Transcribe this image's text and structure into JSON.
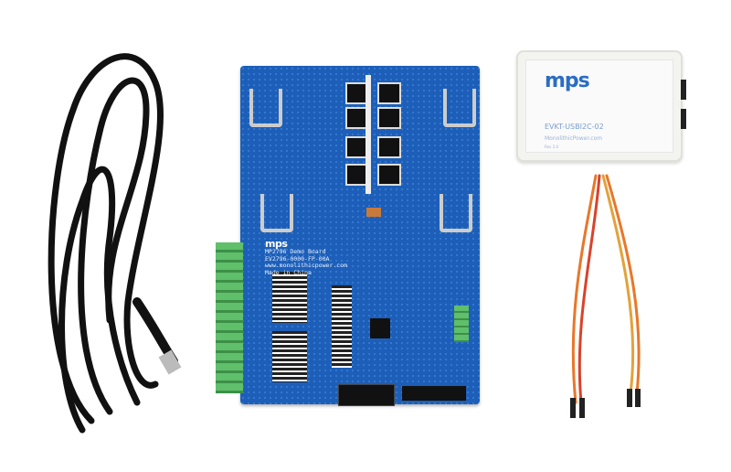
{
  "board": {
    "logo": "mps",
    "lines": [
      "MP2796 Demo Board",
      "EV2796-0000-FP-00A",
      "www.monolithicpower.com",
      "Made in China"
    ]
  },
  "usb_box": {
    "logo": "mps",
    "model": "EVKT-USBI2C-02",
    "site": "MonolithicPower.com",
    "rev": "Rev 2.0"
  },
  "colors": {
    "board": "#1d5fb8",
    "cable": "#111111",
    "terminal": "#5fbf6a",
    "wire_orange": "#e8772a",
    "wire_red": "#d9422b",
    "wire_yellow": "#e2a23a"
  }
}
